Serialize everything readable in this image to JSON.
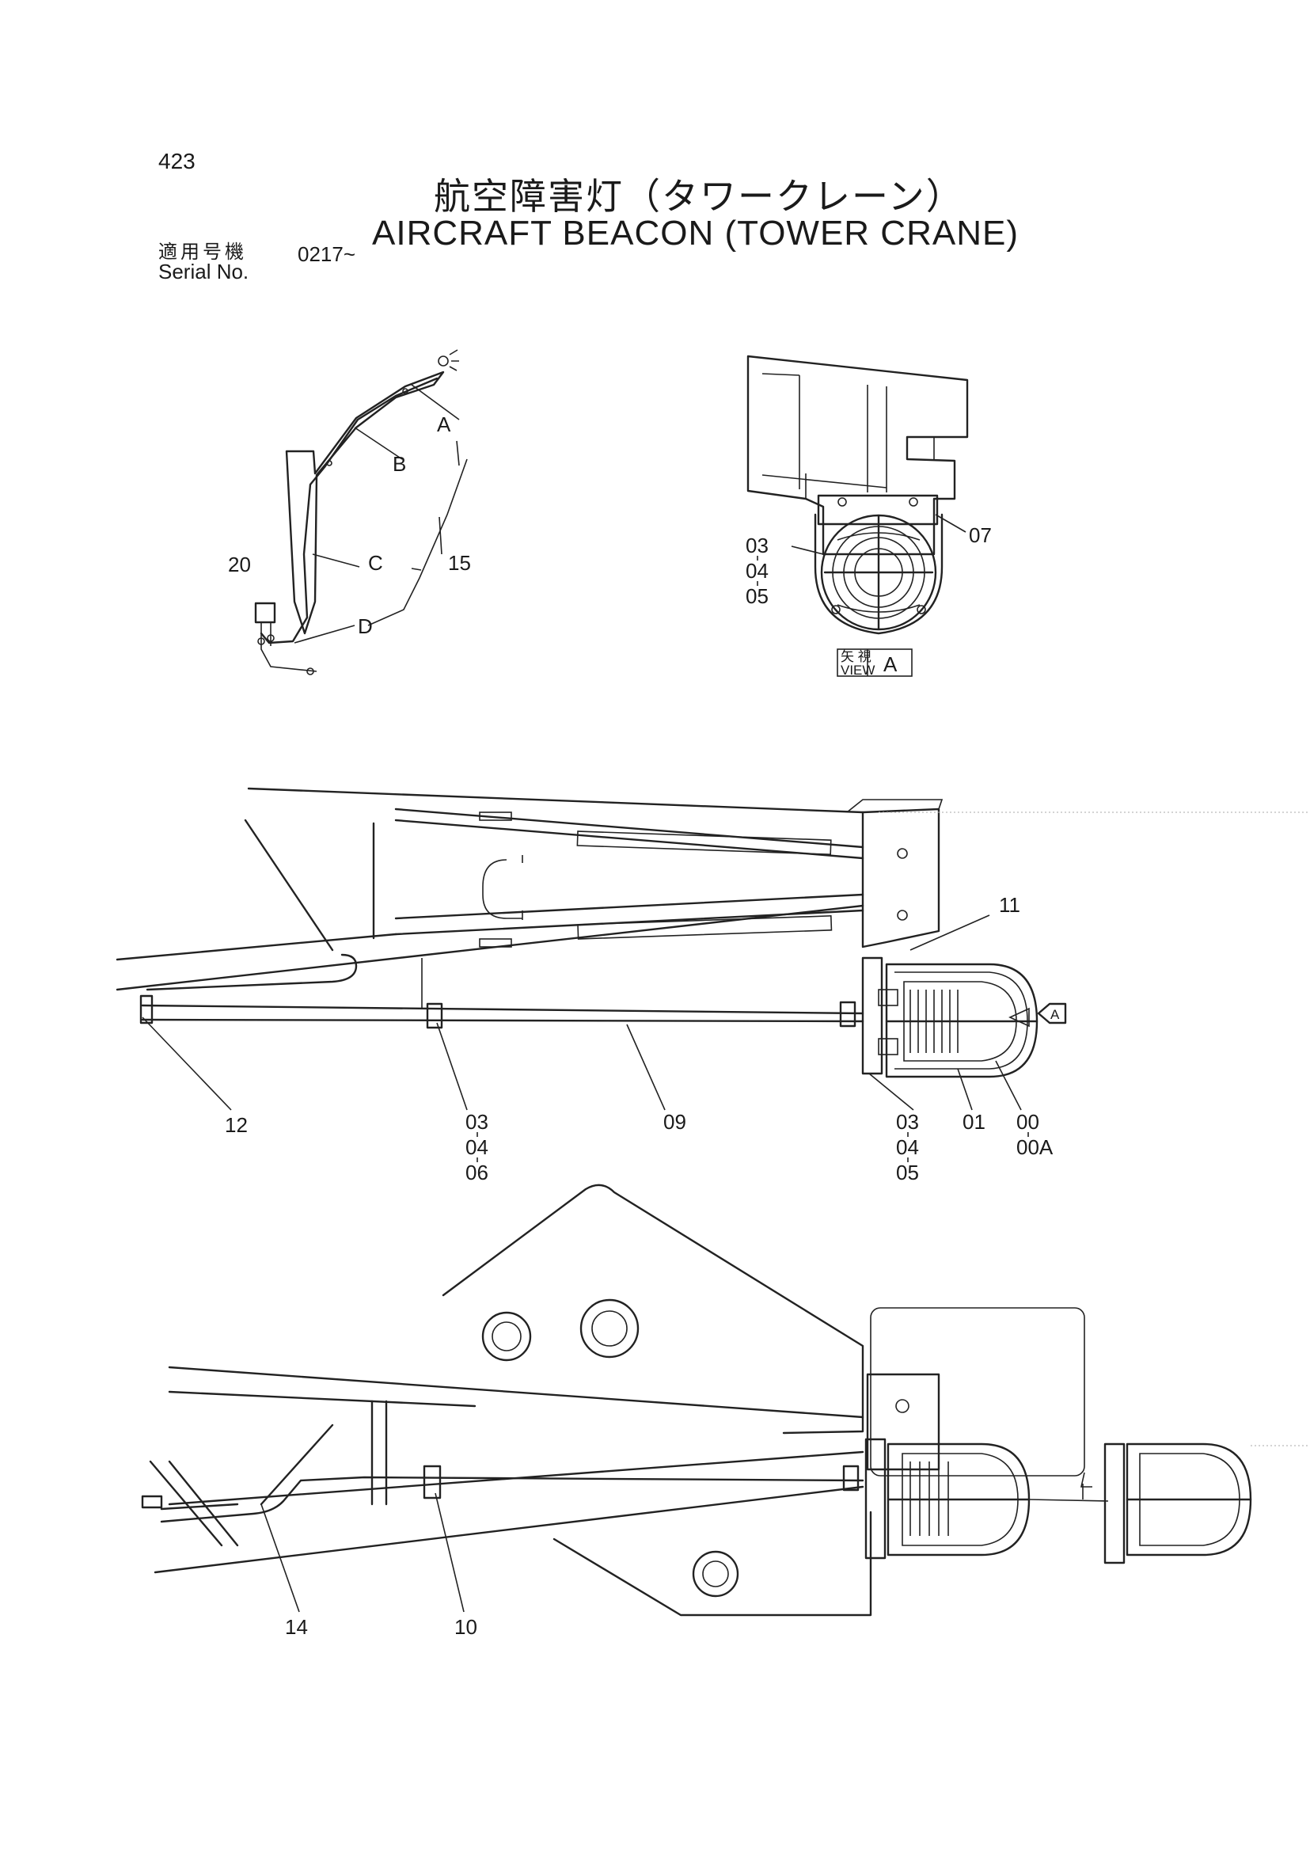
{
  "page": {
    "number": "423",
    "title_jp": "航空障害灯（タワークレーン）",
    "title_en": "AIRCRAFT BEACON (TOWER CRANE)",
    "serial_label_jp": "適用号機",
    "serial_label_en": "Serial No.",
    "serial_range": "0217~"
  },
  "overview": {
    "callouts": {
      "a": "A",
      "b": "B",
      "c": "C",
      "d": "D",
      "p15": "15",
      "p20": "20"
    }
  },
  "view_a": {
    "callouts": {
      "p03": "03",
      "p04": "04",
      "p05": "05",
      "p07": "07"
    },
    "label_jp": "矢 視",
    "label_en": "VIEW",
    "label_letter": "A"
  },
  "middle": {
    "callouts": {
      "p11": "11",
      "p12": "12",
      "p09": "09",
      "p03a": "03",
      "p04a": "04",
      "p06": "06",
      "p03b": "03",
      "p04b": "04",
      "p05b": "05",
      "p01": "01",
      "p00": "00",
      "p00a": "00A",
      "arrow_a": "A"
    }
  },
  "lower": {
    "callouts": {
      "p14": "14",
      "p10": "10"
    }
  }
}
